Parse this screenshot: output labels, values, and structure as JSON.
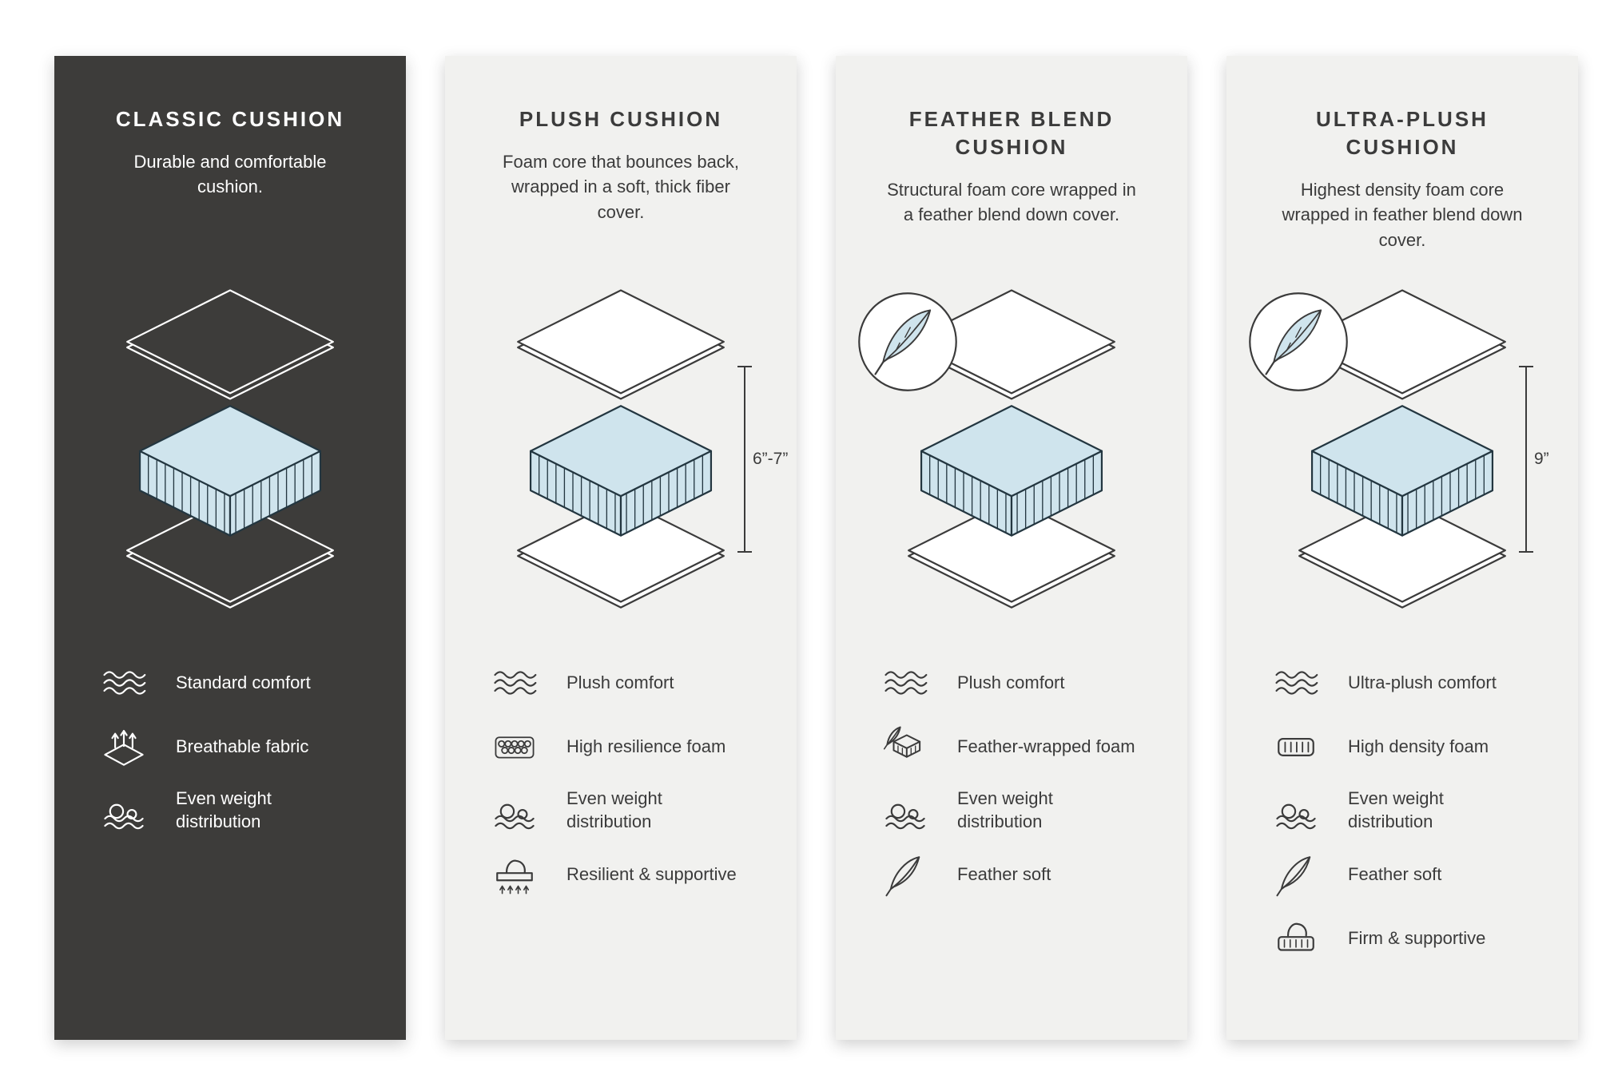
{
  "infographic": {
    "colors": {
      "dark_panel": "#3d3c3a",
      "light_panel": "#f1f1ef",
      "foam_blue": "#cfe4ed",
      "line": "#3b3b3b",
      "text_on_dark": "#ffffff"
    },
    "panels": [
      {
        "title": "CLASSIC CUSHION",
        "description": "Durable and comfortable cushion.",
        "theme": "dark",
        "diagram": {
          "feather_badge": false,
          "height_measurement": ""
        },
        "features": [
          {
            "icon": "wave-comfort-icon",
            "label": "Standard comfort"
          },
          {
            "icon": "breathable-fabric-icon",
            "label": "Breathable fabric"
          },
          {
            "icon": "even-weight-distribution-icon",
            "label": "Even weight distribution"
          }
        ]
      },
      {
        "title": "PLUSH CUSHION",
        "description": "Foam core that bounces back, wrapped in a soft, thick fiber cover.",
        "theme": "light",
        "diagram": {
          "feather_badge": false,
          "height_measurement": "6”-7”"
        },
        "features": [
          {
            "icon": "wave-comfort-icon",
            "label": "Plush comfort"
          },
          {
            "icon": "high-resilience-foam-icon",
            "label": "High resilience foam"
          },
          {
            "icon": "even-weight-distribution-icon",
            "label": "Even weight distribution"
          },
          {
            "icon": "resilient-supportive-icon",
            "label": "Resilient & supportive"
          }
        ]
      },
      {
        "title": "FEATHER BLEND CUSHION",
        "description": "Structural foam core wrapped in a feather blend down cover.",
        "theme": "light",
        "diagram": {
          "feather_badge": true,
          "height_measurement": ""
        },
        "features": [
          {
            "icon": "wave-comfort-icon",
            "label": "Plush comfort"
          },
          {
            "icon": "feather-wrapped-foam-icon",
            "label": "Feather-wrapped foam"
          },
          {
            "icon": "even-weight-distribution-icon",
            "label": "Even weight distribution"
          },
          {
            "icon": "feather-icon",
            "label": "Feather soft"
          }
        ]
      },
      {
        "title": "ULTRA-PLUSH CUSHION",
        "description": "Highest density foam core wrapped in feather blend down cover.",
        "theme": "light",
        "diagram": {
          "feather_badge": true,
          "height_measurement": "9”"
        },
        "features": [
          {
            "icon": "wave-comfort-icon",
            "label": "Ultra-plush comfort"
          },
          {
            "icon": "high-density-foam-icon",
            "label": "High density foam"
          },
          {
            "icon": "even-weight-distribution-icon",
            "label": "Even weight distribution"
          },
          {
            "icon": "feather-icon",
            "label": "Feather soft"
          },
          {
            "icon": "firm-supportive-icon",
            "label": "Firm & supportive"
          }
        ]
      }
    ]
  }
}
